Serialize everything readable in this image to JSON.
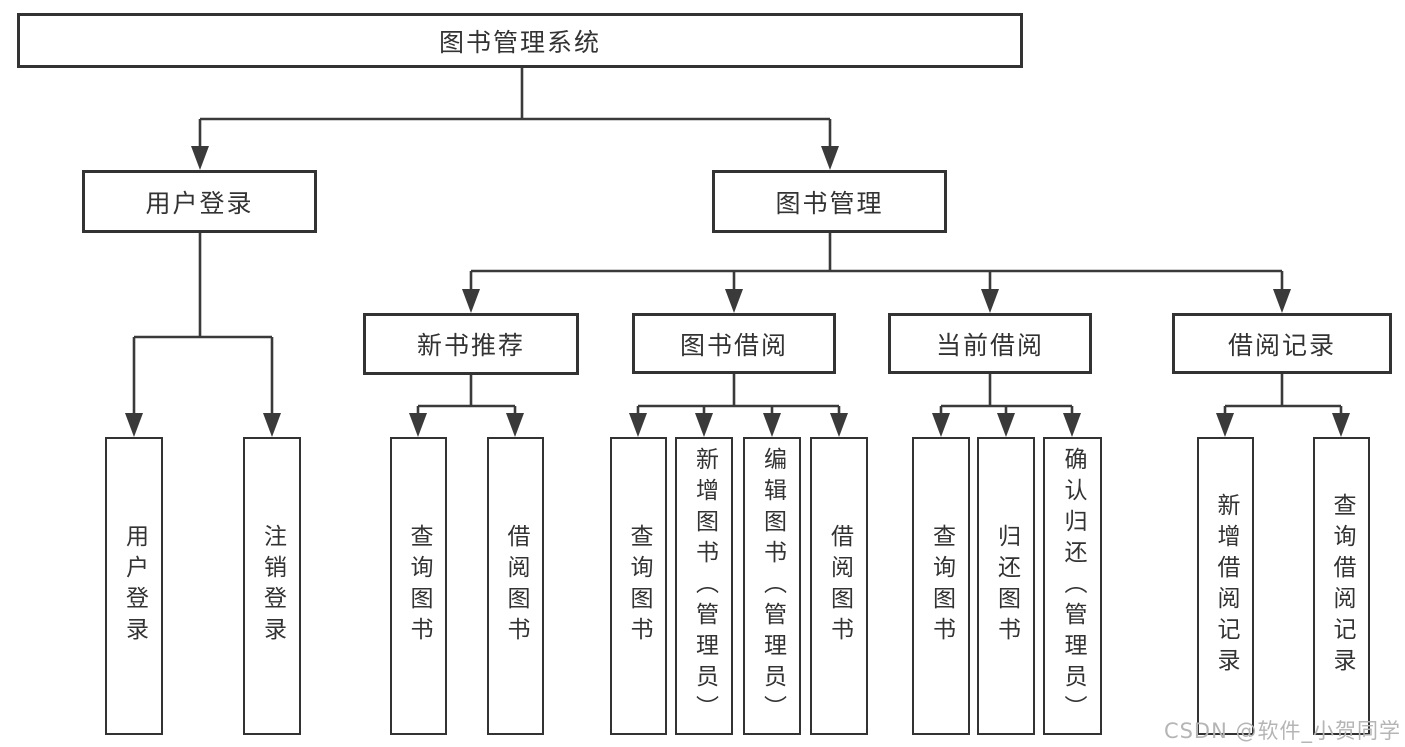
{
  "diagram_type": "hierarchy-tree",
  "tree": {
    "label": "图书管理系统",
    "children": [
      {
        "label": "用户登录",
        "children": [
          {
            "label": "用户登录"
          },
          {
            "label": "注销登录"
          }
        ]
      },
      {
        "label": "图书管理",
        "children": [
          {
            "label": "新书推荐",
            "children": [
              {
                "label": "查询图书"
              },
              {
                "label": "借阅图书"
              }
            ]
          },
          {
            "label": "图书借阅",
            "children": [
              {
                "label": "查询图书"
              },
              {
                "label": "新增图书（管理员）"
              },
              {
                "label": "编辑图书（管理员）"
              },
              {
                "label": "借阅图书"
              }
            ]
          },
          {
            "label": "当前借阅",
            "children": [
              {
                "label": "查询图书"
              },
              {
                "label": "归还图书"
              },
              {
                "label": "确认归还（管理员）"
              }
            ]
          },
          {
            "label": "借阅记录",
            "children": [
              {
                "label": "新增借阅记录"
              },
              {
                "label": "查询借阅记录"
              }
            ]
          }
        ]
      }
    ]
  },
  "watermark": {
    "text": "CSDN @软件_小贺同学"
  },
  "colors": {
    "line": "#3a3a3a",
    "border": "#333333",
    "text": "#333333",
    "watermark": "#b5b5b5",
    "background": "#ffffff"
  }
}
